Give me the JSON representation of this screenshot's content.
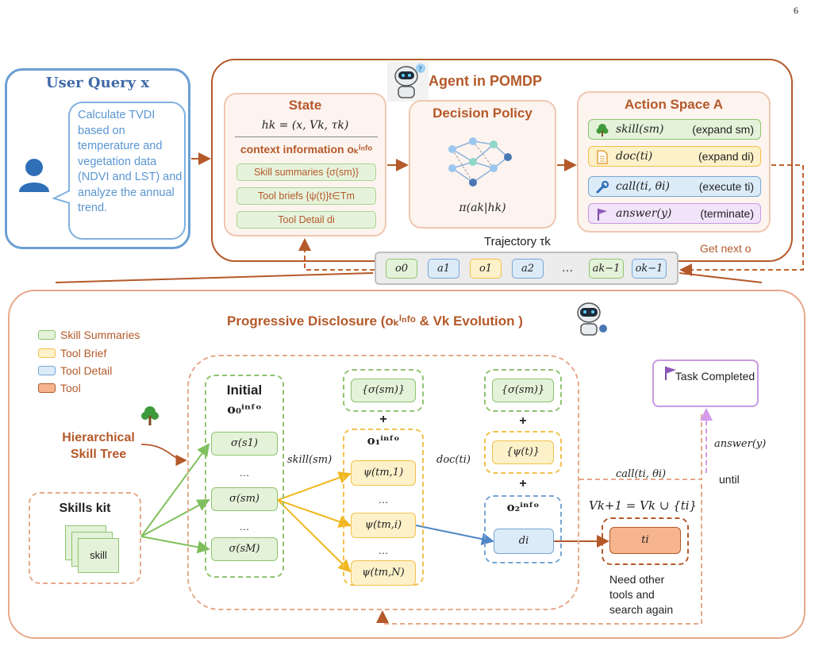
{
  "page_number": "6",
  "user_query": {
    "title": "User Query x",
    "text": "Calculate TVDI based on temperature and vegetation data (NDVI and LST) and analyze the annual trend."
  },
  "agent": {
    "title": "Agent in POMDP",
    "state": {
      "title": "State",
      "hk": "hk = (x, Vk, τk)",
      "context": "context information oₖⁱⁿᶠᵒ",
      "items": [
        "Skill summaries {σ(sm)}",
        "Tool briefs {ψ(t)}t∈Tm",
        "Tool Detail di"
      ]
    },
    "policy": {
      "title": "Decision Policy",
      "formula": "π(ak|hk)"
    },
    "action_space": {
      "title": "Action Space A",
      "actions": [
        {
          "call": "skill(sm)",
          "effect": "(expand sm)"
        },
        {
          "call": "doc(ti)",
          "effect": "(expand di)"
        },
        {
          "call": "call(ti, θi)",
          "effect": "(execute ti)"
        },
        {
          "call": "answer(y)",
          "effect": "(terminate)"
        }
      ]
    },
    "trajectory_label": "Trajectory τk",
    "get_next": "Get next o",
    "trajectory_tokens": [
      "o0",
      "a1",
      "o1",
      "a2",
      "…",
      "ak−1",
      "ok−1"
    ]
  },
  "disclosure": {
    "title": "Progressive Disclosure (oₖⁱⁿᶠᵒ & Vk Evolution )",
    "legend": [
      "Skill Summaries",
      "Tool Brief",
      "Tool Detail",
      "Tool"
    ],
    "hierarchical_label": "Hierarchical Skill Tree",
    "skills_kit": {
      "title": "Skills kit",
      "card": "skill"
    },
    "initial": {
      "title": "Initial",
      "sub": "o₀ⁱⁿᶠᵒ",
      "nodes": [
        "σ(s1)",
        "…",
        "σ(sm)",
        "…",
        "σ(sM)"
      ]
    },
    "col2": {
      "top": "{σ(sm)}",
      "plus": "+",
      "sub": "o₁ⁱⁿᶠᵒ",
      "nodes": [
        "ψ(tm,1)",
        "…",
        "ψ(tm,i)",
        "…",
        "ψ(tm,N)"
      ]
    },
    "col3": {
      "top": "{σ(sm)}",
      "plus1": "+",
      "mid": "{ψ(t)}",
      "plus2": "+",
      "sub": "o₂ⁱⁿᶠᵒ",
      "node": "di"
    },
    "edge_labels": {
      "skill": "skill(sm)",
      "doc": "doc(ti)",
      "call": "call(ti, θi)",
      "answer": "answer(y)",
      "until": "until",
      "update": "Vk+1 = Vk ∪ {ti}"
    },
    "tool_node": "ti",
    "task": "Task Completed",
    "need": "Need other tools and search again"
  }
}
